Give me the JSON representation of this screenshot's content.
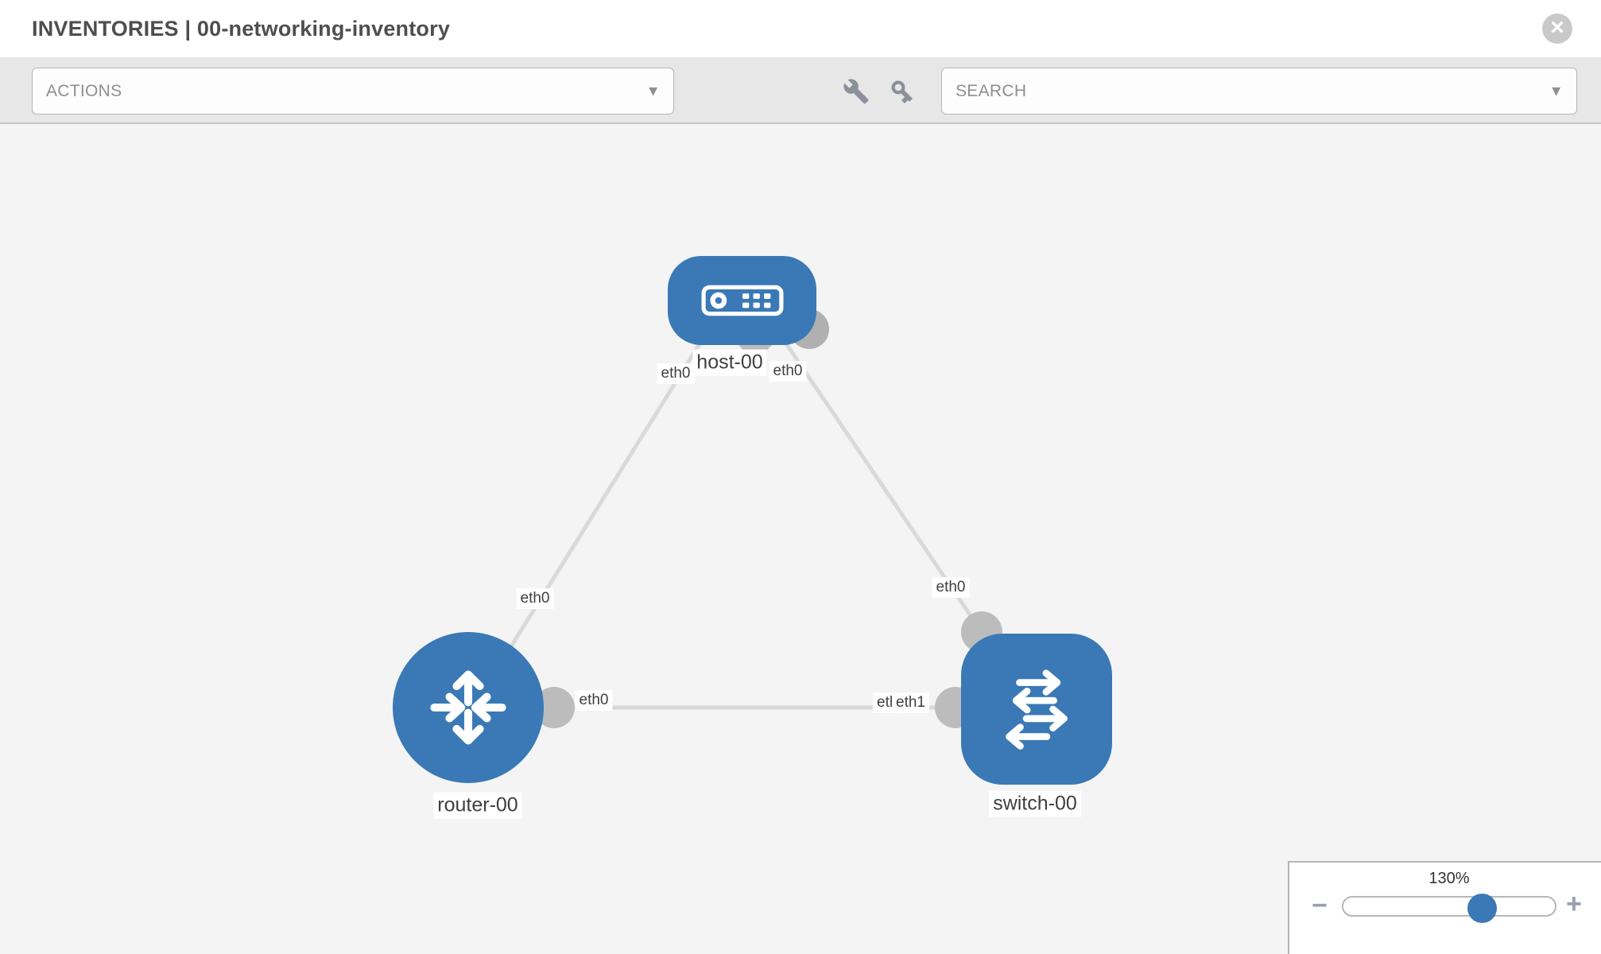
{
  "header": {
    "title": "INVENTORIES | 00-networking-inventory",
    "close_glyph": "×"
  },
  "toolbar": {
    "actions_dropdown": {
      "label": "ACTIONS"
    },
    "search_dropdown": {
      "label": "SEARCH"
    },
    "caret_glyph": "▼",
    "icons": [
      "wrench-icon",
      "key-icon"
    ]
  },
  "topology": {
    "nodes": [
      {
        "id": "host-00",
        "type": "host",
        "label": "host-00",
        "icon": "host-icon"
      },
      {
        "id": "router-00",
        "type": "router",
        "label": "router-00",
        "icon": "router-icon"
      },
      {
        "id": "switch-00",
        "type": "switch",
        "label": "switch-00",
        "icon": "switch-icon"
      }
    ],
    "links": [
      {
        "from": "host-00",
        "to": "router-00",
        "from_interface": "eth0",
        "to_interface": "eth0"
      },
      {
        "from": "host-00",
        "to": "switch-00",
        "from_interface": "eth0",
        "to_interface": "eth0"
      },
      {
        "from": "router-00",
        "to": "switch-00",
        "from_interface": "eth0",
        "to_interface": "eth1",
        "overlapped_label": "eth0"
      }
    ]
  },
  "zoom_control": {
    "value": "130%",
    "percent": 130,
    "minus_label": "−",
    "plus_label": "+"
  },
  "colors": {
    "node_blue": "#3a79b5",
    "link_gray": "#d9d9d9",
    "port_gray": "#bcbcbc",
    "canvas_bg": "#f4f4f4",
    "toolbar_bg": "#e7e7e7"
  }
}
